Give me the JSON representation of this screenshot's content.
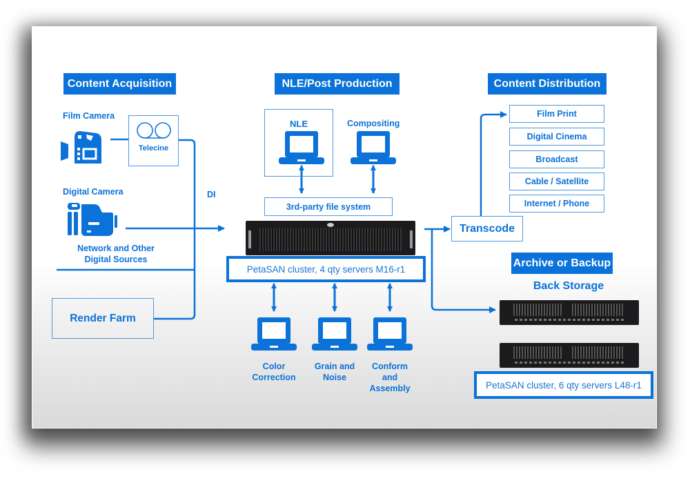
{
  "colors": {
    "accent": "#0a72d8",
    "box_border": "#4a98e3",
    "server": "#1b1b1d"
  },
  "sections": {
    "acquisition": "Content Acquisition",
    "nle": "NLE/Post Production",
    "distribution": "Content Distribution",
    "archive": "Archive or Backup"
  },
  "acquisition": {
    "film_camera": "Film Camera",
    "telecine": "Telecine",
    "digital_camera": "Digital Camera",
    "network_sources_line1": "Network and Other",
    "network_sources_line2": "Digital Sources",
    "render_farm": "Render Farm",
    "di": "DI"
  },
  "nle": {
    "nle_label": "NLE",
    "compositing": "Compositing",
    "file_system": "3rd-party file system",
    "cluster": "PetaSAN cluster, 4 qty servers M16-r1",
    "workstations": [
      {
        "line1": "Color",
        "line2": "Correction",
        "line3": ""
      },
      {
        "line1": "Grain and",
        "line2": "Noise",
        "line3": ""
      },
      {
        "line1": "Conform",
        "line2": "and",
        "line3": "Assembly"
      }
    ]
  },
  "distribution": {
    "transcode": "Transcode",
    "outputs": [
      "Film Print",
      "Digital Cinema",
      "Broadcast",
      "Cable / Satellite",
      "Internet / Phone"
    ]
  },
  "archive": {
    "back_storage": "Back Storage",
    "cluster": "PetaSAN cluster, 6 qty servers L48-r1"
  }
}
